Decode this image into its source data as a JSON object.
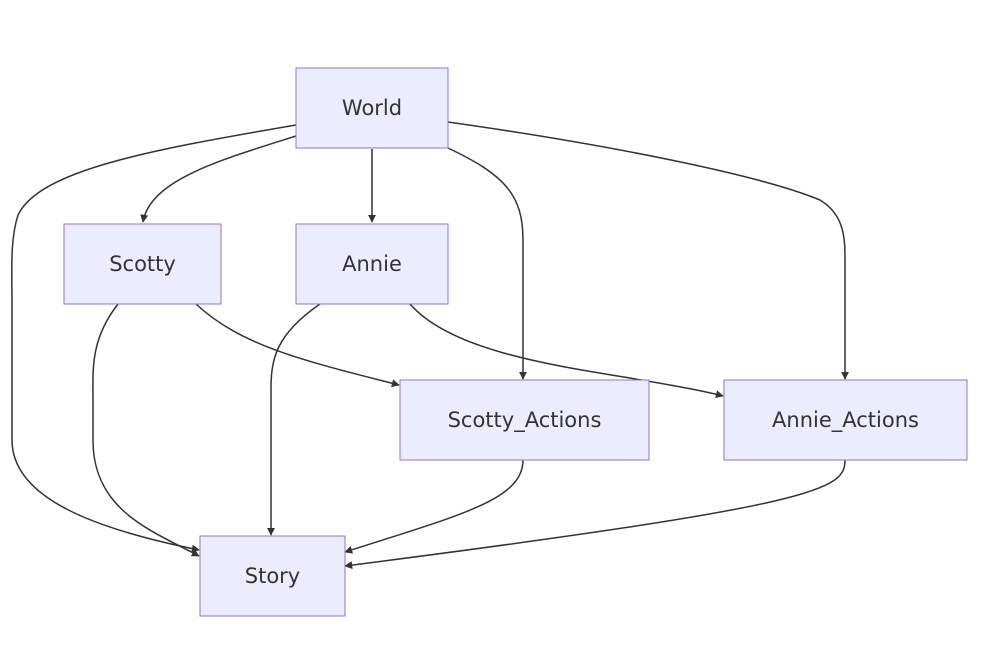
{
  "diagram": {
    "type": "flowchart",
    "colors": {
      "node_fill": "#ececff",
      "node_border": "#9370db",
      "edge": "#333333",
      "text": "#333333"
    },
    "nodes": [
      {
        "id": "world",
        "label": "World"
      },
      {
        "id": "scotty",
        "label": "Scotty"
      },
      {
        "id": "annie",
        "label": "Annie"
      },
      {
        "id": "scotty_actions",
        "label": "Scotty_Actions"
      },
      {
        "id": "annie_actions",
        "label": "Annie_Actions"
      },
      {
        "id": "story",
        "label": "Story"
      }
    ],
    "edges": [
      {
        "from": "world",
        "to": "scotty"
      },
      {
        "from": "world",
        "to": "annie"
      },
      {
        "from": "world",
        "to": "scotty_actions"
      },
      {
        "from": "world",
        "to": "annie_actions"
      },
      {
        "from": "world",
        "to": "story"
      },
      {
        "from": "scotty",
        "to": "scotty_actions"
      },
      {
        "from": "scotty",
        "to": "story"
      },
      {
        "from": "annie",
        "to": "annie_actions"
      },
      {
        "from": "annie",
        "to": "story"
      },
      {
        "from": "scotty_actions",
        "to": "story"
      },
      {
        "from": "annie_actions",
        "to": "story"
      }
    ]
  }
}
